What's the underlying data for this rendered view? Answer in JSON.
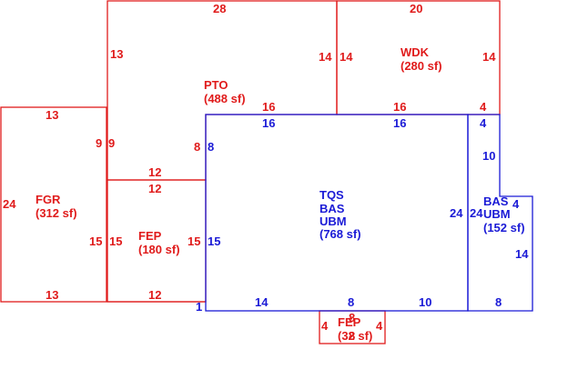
{
  "colors": {
    "existing_area": "#e01b1b",
    "living_area": "#1a1ad6",
    "background": "#ffffff"
  },
  "areas": {
    "fgr": {
      "code": "FGR",
      "area": "(312 sf)"
    },
    "pto": {
      "code": "PTO",
      "area": "(488 sf)"
    },
    "wdk": {
      "code": "WDK",
      "area": "(280 sf)"
    },
    "fep_left": {
      "code": "FEP",
      "area": "(180 sf)"
    },
    "main": {
      "code1": "TQS",
      "code2": "BAS",
      "code3": "UBM",
      "area": "(768 sf)"
    },
    "bas_right": {
      "code1": "BAS",
      "code2": "UBM",
      "area": "(152 sf)"
    },
    "fep_bottom": {
      "code": "FEP",
      "area": "(32 sf)"
    }
  },
  "dims": {
    "fgr_top": "13",
    "fgr_left": "24",
    "fgr_right": "9",
    "fgr_bottom": "13",
    "pto_top": "28",
    "pto_left": "13",
    "pto_inner_left": "9",
    "pto_bottom": "12",
    "pto_right": "8",
    "pto_lower_edge": "16",
    "wdk_top": "20",
    "wdk_left": "14",
    "wdk_left_inner": "14",
    "wdk_right": "14",
    "wdk_bottom": "16",
    "wdk_corner": "4",
    "fep_top": "12",
    "fep_left": "15",
    "fep_left_inner": "15",
    "fep_right": "15",
    "fep_bottom": "12",
    "main_top_left": "16",
    "main_top_right": "16",
    "main_left_upper": "8",
    "main_left_lower": "15",
    "main_right": "24",
    "main_bottom_left": "14",
    "main_bottom_mid": "8",
    "main_bottom_right": "10",
    "main_corner": "1",
    "bas_top": "4",
    "bas_left_upper": "10",
    "bas_left": "24",
    "bas_step": "4",
    "bas_right": "14",
    "bas_bottom": "8",
    "fep2_top": "8",
    "fep2_left": "4",
    "fep2_right": "4",
    "fep2_bottom": "8"
  }
}
